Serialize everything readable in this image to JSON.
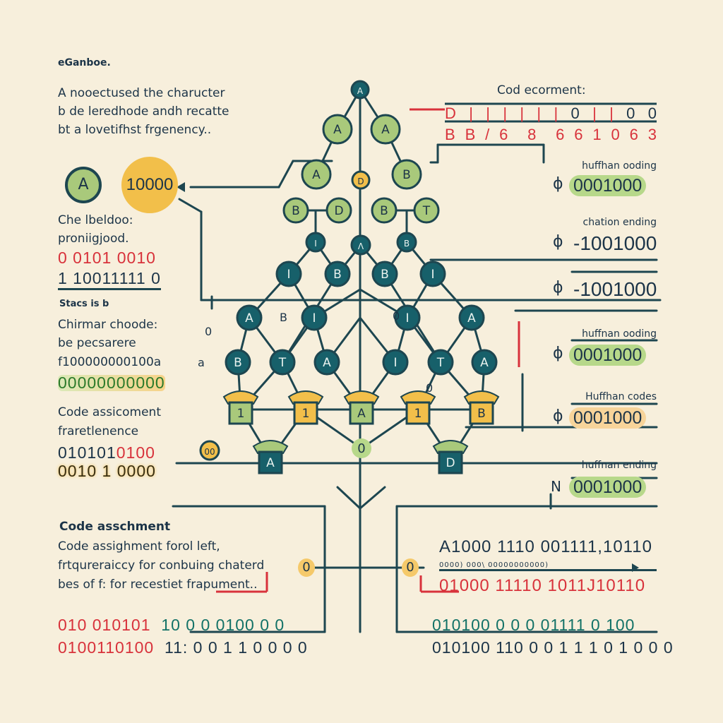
{
  "colors": {
    "background": "#f7efdc",
    "line": "#1d4650",
    "node_teal": "#17606a",
    "node_green": "#a9c97b",
    "accent_yellow": "#f2bf4a",
    "accent_red": "#d8323b",
    "pill_green": "#b7d88a",
    "pill_orange": "#f7d49a"
  },
  "left": {
    "heading": "eGanboe.",
    "intro": [
      "A nooectused the charucter",
      "b de leredhode andh recatte",
      "bt a lovetifhst frgenency.."
    ],
    "node_a": "A",
    "node_value": "10000",
    "section1": [
      "Che lbeldoo:",
      "proniigjood."
    ],
    "bits1_red": "0 0101 0010",
    "bits1_dark": "1 10011111 0",
    "stats_label": "Stacs is b",
    "section2": [
      "Chirmar choode:",
      "be pecsarere",
      "f100000000100a"
    ],
    "bits2_highlight": "00000000000",
    "section3": [
      "Code assicoment",
      "fraretlenence"
    ],
    "bits3_dark": "010101",
    "bits3_red": "0100",
    "bits3_circles": "0010 1 0000",
    "section4_title": "Code asschment",
    "section4": [
      "Code assighment forol left,",
      "frtqureraiccy for conbuing chaterd",
      "bes of f: for recestiet frapument.."
    ],
    "connector_zero": "0",
    "bottom_row1_red": "010 010101",
    "bottom_row1_teal": "10 0 0 0100 0 0",
    "bottom_row2_red": "0100110100",
    "bottom_row2_dark": "11: 0 0 1 1 0 0 0 0"
  },
  "tree": {
    "nodes": [
      "A",
      "A",
      "A",
      "A",
      "D",
      "B",
      "B",
      "D",
      "B",
      "T",
      "I",
      "Λ",
      "B",
      "I",
      "B",
      "B",
      "I",
      "A",
      "I",
      "I",
      "A",
      "B",
      "T",
      "A",
      "I",
      "T",
      "A"
    ],
    "shields": [
      "1",
      "1",
      "A",
      "1",
      "B",
      "A",
      "D"
    ],
    "center_zero": "0",
    "badge_00": "00",
    "side_labels": [
      "0",
      "a",
      "B",
      "0",
      "0"
    ]
  },
  "right": {
    "table_title": "Cod ecorment:",
    "table_row1": [
      "D",
      "|",
      "|",
      "|",
      "|",
      "|",
      "|",
      "0",
      "|",
      "|",
      "0",
      "0"
    ],
    "table_row2": [
      "B",
      "B",
      "/",
      "6",
      "",
      "8",
      "",
      "6",
      "6",
      "1",
      "0",
      "6",
      "3"
    ],
    "panels": [
      {
        "label": "huffhan ooding",
        "value": "0001000",
        "style": "green"
      },
      {
        "label": "chation ending",
        "value": "-1001000",
        "style": "plain"
      },
      {
        "label": "",
        "value": "-1001000",
        "style": "plain"
      },
      {
        "label": "huffnan ooding",
        "value": "0001000",
        "style": "green"
      },
      {
        "label": "Huffhan codes",
        "value": "0001000",
        "style": "orange"
      },
      {
        "label": "huffnan ending",
        "value": "0001000",
        "style": "green",
        "prefix": "N"
      }
    ],
    "connector_zero": "0",
    "bits_top": "A1000 1110 001111,10110",
    "bits_dots": "0000) 000\\ 00000000000)",
    "bits_red": "01000 11110 1011J10110",
    "bottom_row1": "010100 0 0 0 01111 0 100",
    "bottom_row2": "010100 110 0 0 1 1 1 0 1 0 0 0"
  }
}
